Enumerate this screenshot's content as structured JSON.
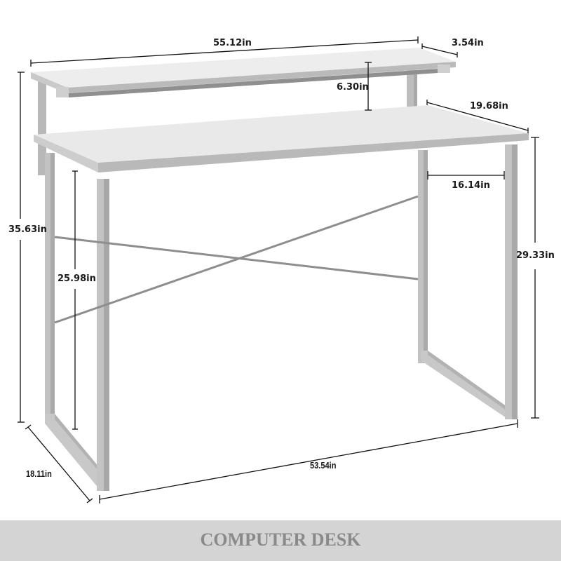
{
  "product": {
    "title": "COMPUTER DESK"
  },
  "dimensions": {
    "shelf_width": "55.12in",
    "shelf_depth": "3.54in",
    "shelf_height_gap": "6.30in",
    "desk_depth": "19.68in",
    "leg_inner_depth": "16.14in",
    "total_height": "35.63in",
    "desk_height": "29.33in",
    "leg_clearance_height": "25.98in",
    "base_depth": "18.11in",
    "desk_width": "53.54in"
  },
  "colors": {
    "background": "#ffffff",
    "desktop_surface": "#e9e9e9",
    "desktop_edge": "#b9b9b9",
    "frame": "#bdbdbd",
    "frame_shadow": "#a6a6a6",
    "dimension_line": "#111111",
    "footer_band": "#d4d4d4",
    "footer_text": "#8a8a8a"
  }
}
